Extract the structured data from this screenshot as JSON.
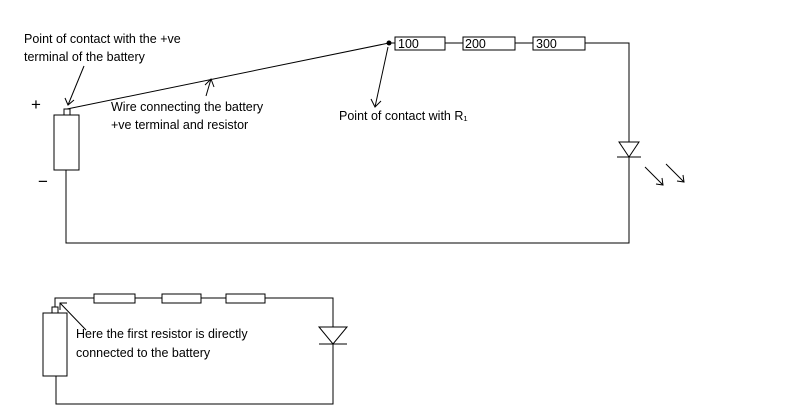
{
  "diagram": {
    "top": {
      "battery_plus_symbol": "+",
      "battery_minus_symbol": "−",
      "label_battery_contact_line1": "Point of contact with the +ve",
      "label_battery_contact_line2": "terminal of the battery",
      "label_wire_line1": "Wire connecting the battery",
      "label_wire_line2": "+ve terminal and resistor",
      "label_r1_contact": "Point of contact with R₁",
      "resistor_labels": [
        "100",
        "200",
        "300"
      ]
    },
    "bottom": {
      "label_line1": "Here the first resistor is directly",
      "label_line2": "connected to the battery"
    }
  }
}
